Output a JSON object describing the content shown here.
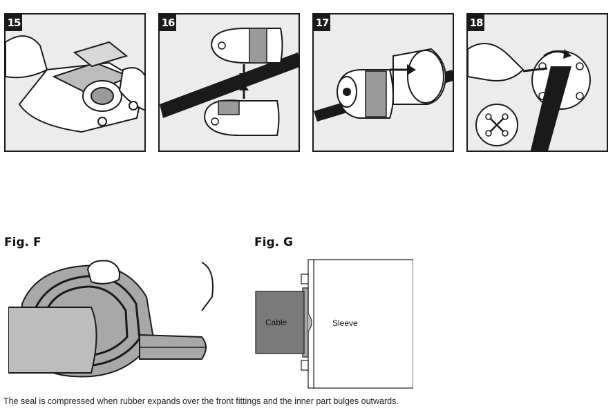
{
  "steps": [
    {
      "number": "15"
    },
    {
      "number": "16"
    },
    {
      "number": "17"
    },
    {
      "number": "18"
    }
  ],
  "figures": {
    "f": {
      "title": "Fig. F"
    },
    "g": {
      "title": "Fig. G",
      "cable_label": "Cable",
      "sleeve_label": "Sleeve"
    }
  },
  "caption": "The seal is compressed when rubber expands over the front fittings and the inner part bulges outwards.",
  "colors": {
    "ink": "#1a1a1a",
    "panel_bg": "#ececec",
    "rubber_gray": "#a8a8a8",
    "cable_gray": "#7a7a7a"
  }
}
